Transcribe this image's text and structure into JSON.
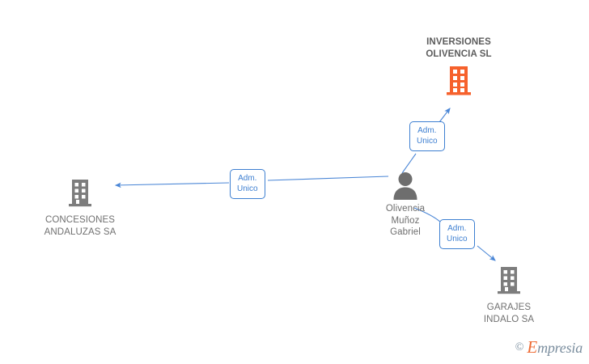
{
  "diagram": {
    "title": "Corporate relationship graph",
    "colors": {
      "focus_company": "#f6612c",
      "company": "#7d7d7d",
      "person": "#6e6e6e",
      "edge": "#4a86d6",
      "edge_label_text": "#3d7fd1",
      "background": "#ffffff"
    },
    "nodes": [
      {
        "id": "inversiones-olivencia",
        "label": "INVERSIONES\nOLIVENCIA SL",
        "type": "company-focus",
        "icon": "building-icon"
      },
      {
        "id": "concesiones-andaluzas",
        "label": "CONCESIONES\nANDALUZAS SA",
        "type": "company",
        "icon": "building-icon"
      },
      {
        "id": "garajes-indalo",
        "label": "GARAJES\nINDALO SA",
        "type": "company",
        "icon": "building-icon"
      },
      {
        "id": "olivencia-munoz-gabriel",
        "label": "Olivencia\nMuñoz\nGabriel",
        "type": "person",
        "icon": "person-icon"
      }
    ],
    "edges": [
      {
        "id": "edge-to-inversiones",
        "from": "olivencia-munoz-gabriel",
        "to": "inversiones-olivencia",
        "label": "Adm.\nUnico"
      },
      {
        "id": "edge-to-concesiones",
        "from": "olivencia-munoz-gabriel",
        "to": "concesiones-andaluzas",
        "label": "Adm.\nUnico"
      },
      {
        "id": "edge-to-garajes",
        "from": "olivencia-munoz-gabriel",
        "to": "garajes-indalo",
        "label": "Adm.\nUnico"
      }
    ]
  },
  "watermark": {
    "copyright": "©",
    "brand_first": "E",
    "brand_rest": "mpresia"
  }
}
